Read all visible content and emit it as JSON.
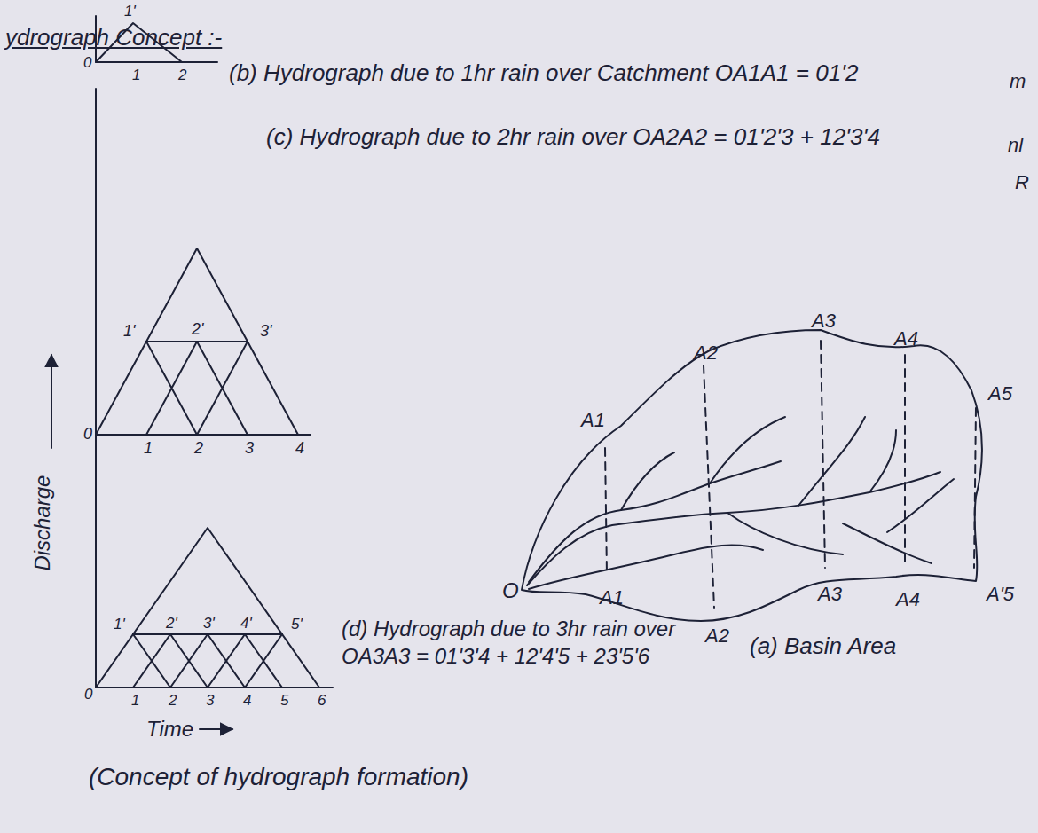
{
  "diagram": {
    "title": "ydrograph Concept :-",
    "caption": "(Concept of hydrograph formation)",
    "labels": [
      "(b) Hydrograph due to 1hr rain over Catchment OA1A1 = 01'2",
      "(c) Hydrograph due to 2hr rain over OA2A2 = 01'2'3 + 12'3'4",
      "(d) Hydrograph due to 3hr rain over OA3A3 = 01'3'4 + 12'4'5 + 23'5'6",
      "(a) Basin Area",
      "Discharge",
      "Time",
      "1'",
      "0",
      "1",
      "2",
      "1'",
      "2'",
      "3'",
      "0",
      "1",
      "2",
      "3",
      "4",
      "1'",
      "2'",
      "3'",
      "4'",
      "5'",
      "0",
      "1",
      "2",
      "3",
      "4",
      "5",
      "6",
      "O",
      "A1",
      "A2",
      "A3",
      "A4",
      "A5",
      "A1",
      "A2",
      "A3",
      "A4",
      "A'5",
      "m",
      "nl",
      "R"
    ]
  }
}
